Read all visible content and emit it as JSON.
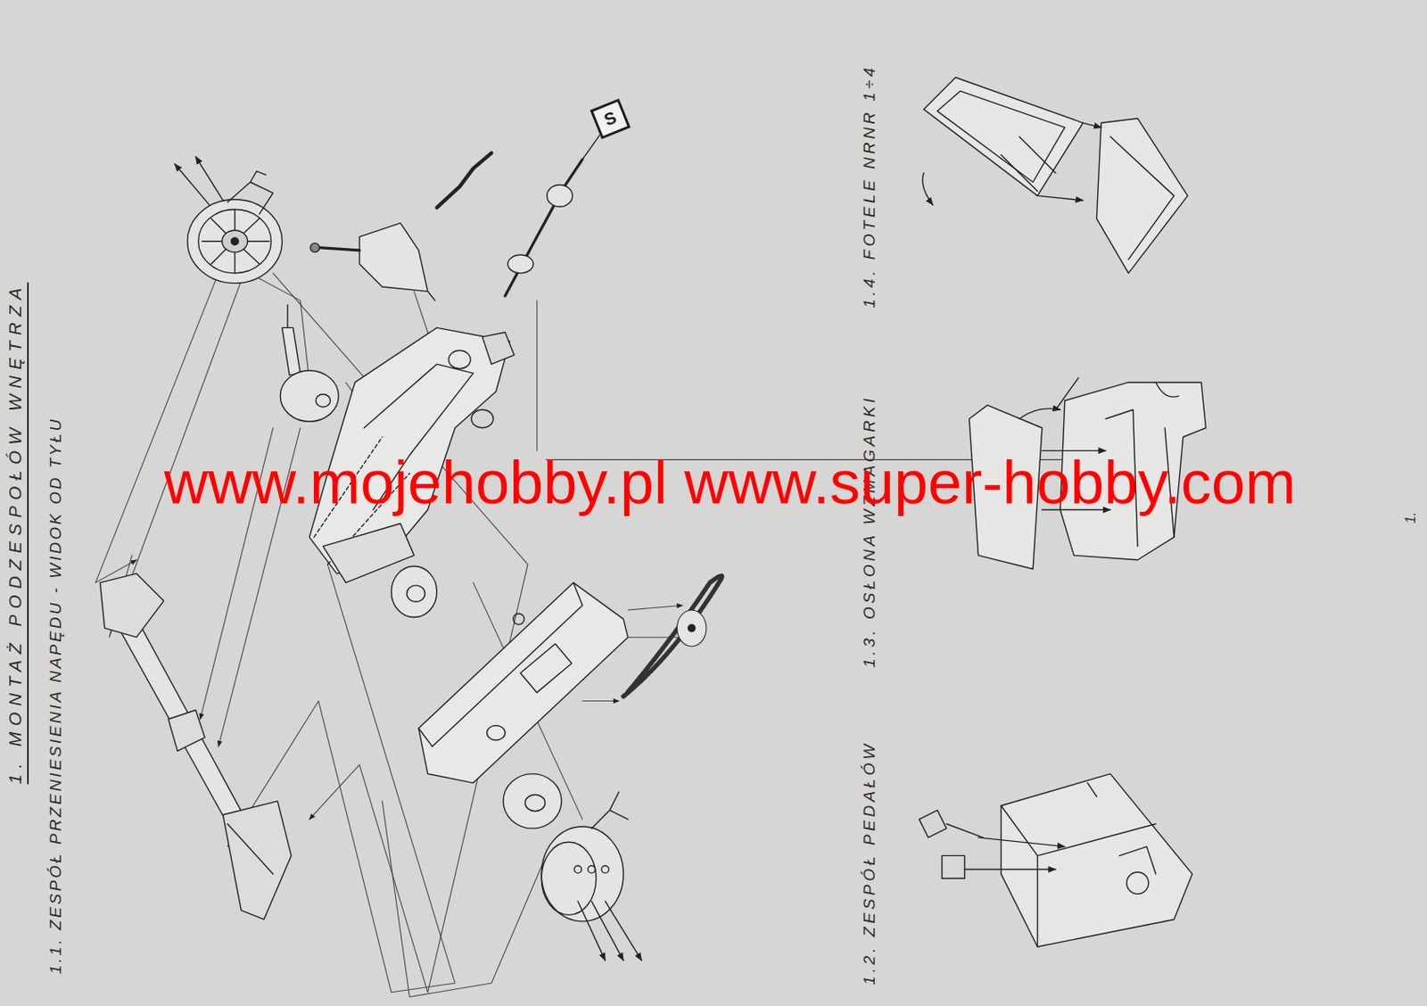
{
  "diagram": {
    "title": "1. MONTAŻ PODZESPOŁÓW WNĘTRZA",
    "nodes": [
      {
        "text": [
          "S"
        ]
      }
    ],
    "labels": [
      "1.1. ZESPÓŁ PRZENIESIENIA NAPĘDU - WIDOK OD TYŁU",
      "1.2. ZESPÓŁ PEDAŁÓW",
      "1.3. OSŁONA WZMAGARKI",
      "1.4. FOTELE NRNR 1÷4",
      "www.mojehobby.pl www.super-hobby.com",
      "1."
    ]
  }
}
